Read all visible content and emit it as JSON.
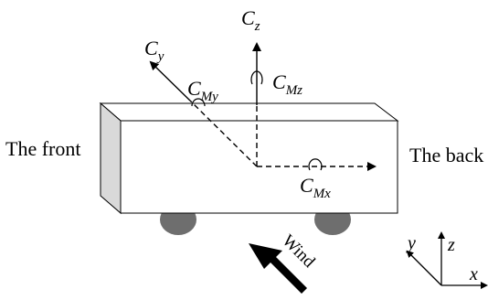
{
  "labels": {
    "front": "The front",
    "back": "The back"
  },
  "forces": {
    "cz": {
      "base": "C",
      "sub": "z"
    },
    "cy": {
      "base": "C",
      "sub": "y"
    }
  },
  "moments": {
    "cmz": {
      "base": "C",
      "sub": "Mz"
    },
    "cmy": {
      "base": "C",
      "sub": "My"
    },
    "cmx": {
      "base": "C",
      "sub": "Mx"
    }
  },
  "wind": {
    "label": "Wind"
  },
  "axes": {
    "x": "x",
    "y": "y",
    "z": "z"
  },
  "colors": {
    "body_fill": "#ffffff",
    "body_front_face": "#d9d9d9",
    "wheel": "#6e6e6e",
    "ink": "#000000"
  }
}
